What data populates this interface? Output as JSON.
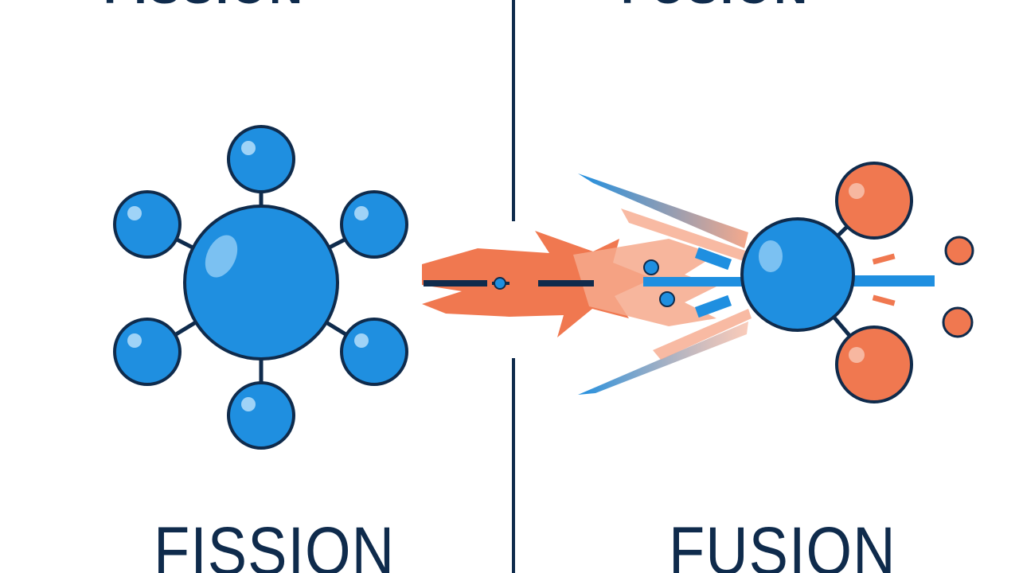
{
  "diagram": {
    "left_label": "FISSION",
    "right_label": "FUSION",
    "top_left_cut": "FISSION",
    "top_right_cut": "FUSION"
  },
  "colors": {
    "navy": "#0f2b4c",
    "blue": "#1f8fe0",
    "orange": "#f07850",
    "light_orange": "#f6a98c"
  }
}
